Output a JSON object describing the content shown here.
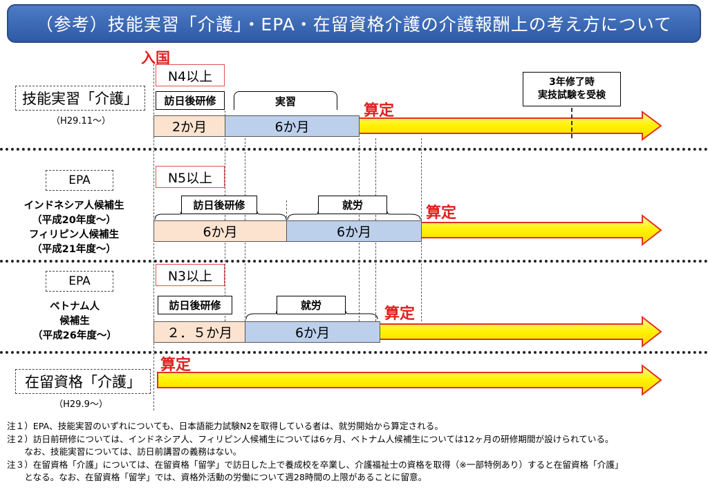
{
  "title": "（参考）技能実習「介護」・EPA・在留資格介護の介護報酬上の考え方について",
  "entry_label": "入国",
  "rows": {
    "ginou": {
      "label": "技能実習「介護」",
      "since": "（H29.11～）",
      "level": "N4以上",
      "phase1": "訪日後研修",
      "phase2": "実習",
      "bar1": "2か月",
      "bar2": "6か月",
      "santei": "算定",
      "exam": "3年修了時\n実技試験を受検"
    },
    "epa_indo": {
      "tag": "EPA",
      "desc": "インドネシア人候補生\n（平成20年度～）\nフィリピン人候補生\n（平成21年度～）",
      "level": "N5以上",
      "phase1": "訪日後研修",
      "phase2": "就労",
      "bar1": "6か月",
      "bar2": "6か月",
      "santei": "算定"
    },
    "epa_viet": {
      "tag": "EPA",
      "desc": "ベトナム人\n候補生\n（平成26年度～）",
      "level": "N3以上",
      "phase1": "訪日後研修",
      "phase2": "就労",
      "bar1": "２．５か月",
      "bar2": "6か月",
      "santei": "算定"
    },
    "zairyu": {
      "label": "在留資格「介護」",
      "since": "（H29.9～）",
      "santei": "算定"
    }
  },
  "notes": [
    "注１）EPA、技能実習のいずれについても、日本語能力試験N2を取得している者は、就労開始から算定される。",
    "注２）訪日前研修については、インドネシア人、フィリピン人候補生については6ヶ月、ベトナム人候補生については12ヶ月の研修期間が設けられている。",
    "　　なお、技能実習については、訪日前講習の義務はない。",
    "注３）在留資格「介護」については、在留資格「留学」で訪日した上で養成校を卒業し、介護福祉士の資格を取得（※一部特例あり）すると在留資格「介護」",
    "　　となる。なお、在留資格「留学」では、資格外活動の労働について週28時間の上限があることに留意。"
  ],
  "colors": {
    "title_bg": "#3d69b6",
    "pre_training": "#fbe3d0",
    "work": "#bcd0ec",
    "arrow_fill": "#fff200",
    "arrow_stroke": "#e03020",
    "santei_text": "#e02020"
  }
}
